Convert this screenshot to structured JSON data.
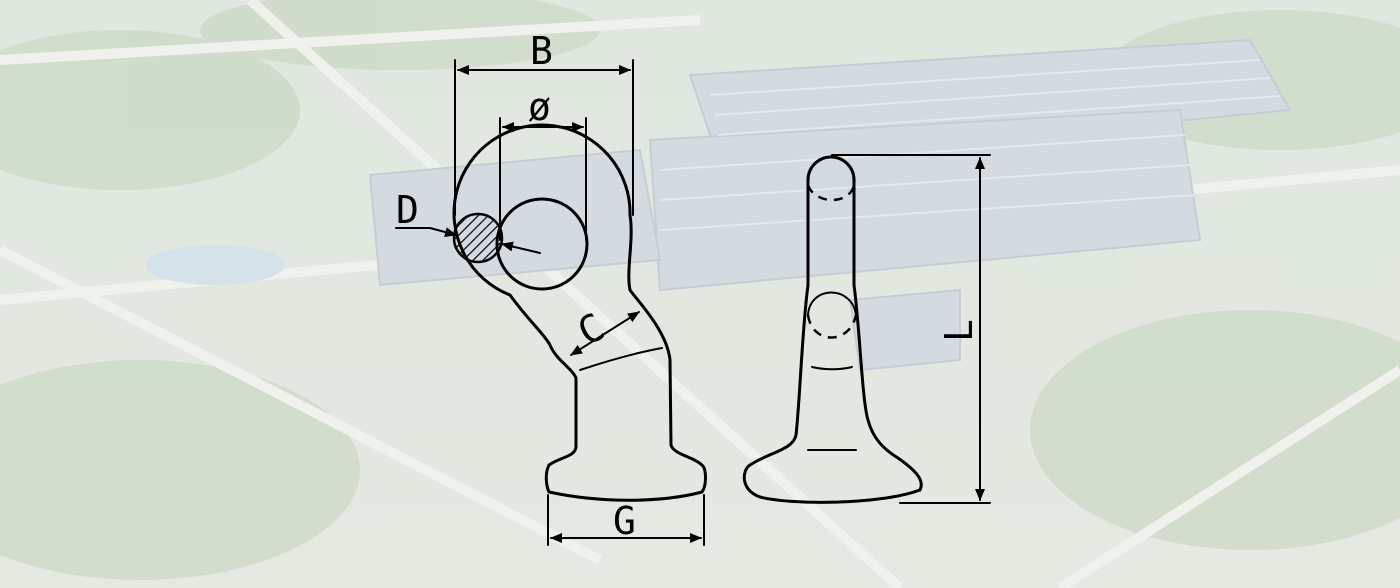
{
  "labels": {
    "B": "B",
    "phi": "ø",
    "D": "D",
    "C": "C",
    "G": "G",
    "L": "L"
  }
}
